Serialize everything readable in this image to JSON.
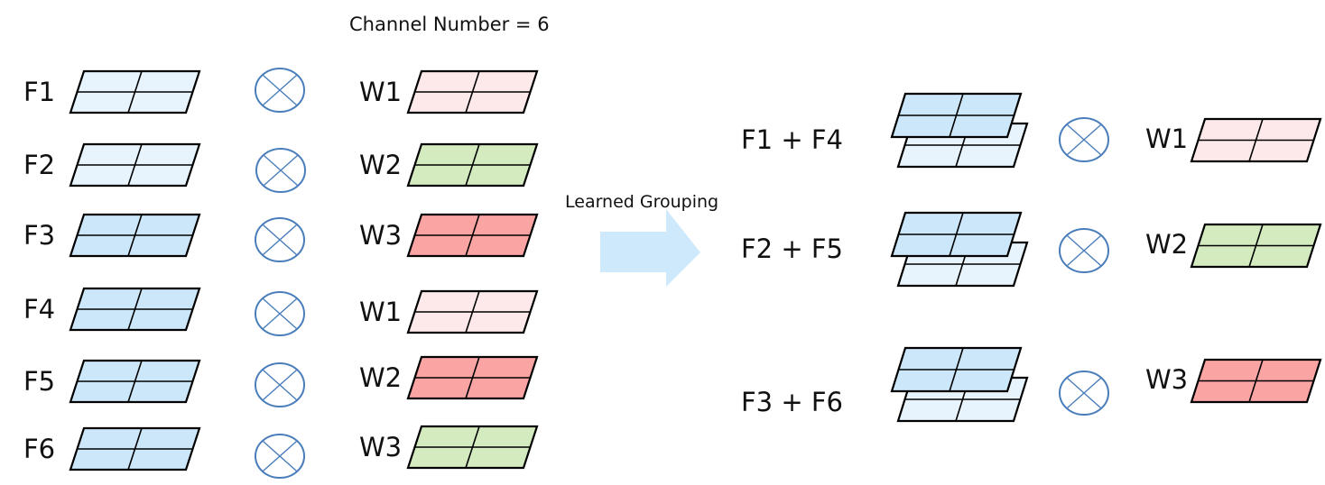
{
  "colors": {
    "feature_light": "#e8f4fd",
    "feature_blue": "#cce7fa",
    "weight_pink": "#fde9e9",
    "weight_green": "#d4ebc0",
    "weight_red": "#fba4a4",
    "operator_stroke": "#4a7ebb",
    "arrow_fill": "#cde9fb",
    "outline": "#000000"
  },
  "header": {
    "title": "Channel Number = 6"
  },
  "transition": {
    "label": "Learned Grouping",
    "icon": "block-arrow-right"
  },
  "operator_icon": "circled-times",
  "left_rows": [
    {
      "feature": "F1",
      "feature_color": "feature_light",
      "weight": "W1",
      "weight_color": "weight_pink"
    },
    {
      "feature": "F2",
      "feature_color": "feature_light",
      "weight": "W2",
      "weight_color": "weight_green"
    },
    {
      "feature": "F3",
      "feature_color": "feature_blue",
      "weight": "W3",
      "weight_color": "weight_red"
    },
    {
      "feature": "F4",
      "feature_color": "feature_blue",
      "weight": "W1",
      "weight_color": "weight_pink"
    },
    {
      "feature": "F5",
      "feature_color": "feature_blue",
      "weight": "W2",
      "weight_color": "weight_red"
    },
    {
      "feature": "F6",
      "feature_color": "feature_blue",
      "weight": "W3",
      "weight_color": "weight_green"
    }
  ],
  "right_rows": [
    {
      "group": "F1 + F4",
      "top_color": "feature_blue",
      "bottom_color": "feature_light",
      "weight": "W1",
      "weight_color": "weight_pink"
    },
    {
      "group": "F2 + F5",
      "top_color": "feature_blue",
      "bottom_color": "feature_light",
      "weight": "W2",
      "weight_color": "weight_green"
    },
    {
      "group": "F3 + F6",
      "top_color": "feature_blue",
      "bottom_color": "feature_light",
      "weight": "W3",
      "weight_color": "weight_red"
    }
  ]
}
